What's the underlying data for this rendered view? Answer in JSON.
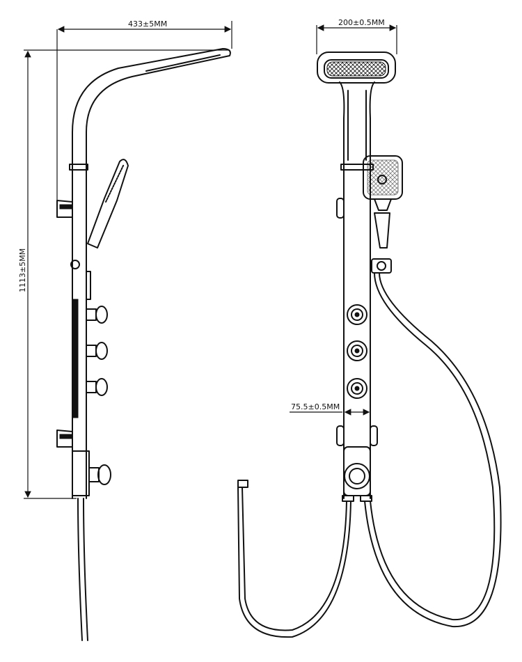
{
  "dimensions": {
    "width_label": "433±5MM",
    "height_label": "1113±5MM",
    "head_width_label": "200±0.5MM",
    "panel_width_label": "75.5±0.5MM"
  },
  "colors": {
    "line": "#111111",
    "background": "#ffffff"
  }
}
